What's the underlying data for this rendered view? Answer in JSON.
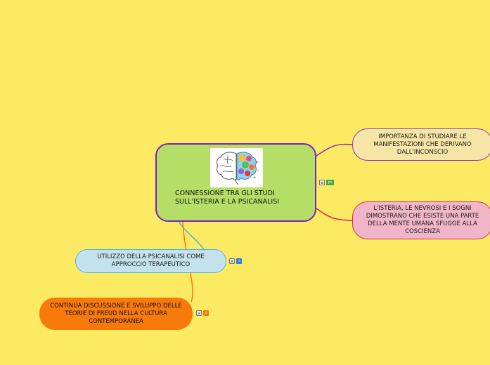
{
  "map": {
    "central": {
      "title": "CONNESSIONE TRA GLI STUDI SULL'ISTERIA E LA PSICANALISI",
      "image_icon": "brain-illustration"
    },
    "branches": [
      {
        "id": "importanza",
        "label": "IMPORTANZA DI STUDIARE LE MANIFESTAZIONI CHE DERIVANO DALL'INCONSCIO",
        "color": "#8a2fbf",
        "fill": "#f6e5a6"
      },
      {
        "id": "isteria",
        "label": "L'ISTERIA, LE NEVROSI E I SOGNI DIMOSTRANO CHE ESISTE UNA PARTE DELLA MENTE UMANA SFUGGE ALLA COSCIENZA",
        "color": "#e0274a",
        "fill": "#f0b6c8"
      },
      {
        "id": "psicanalisi",
        "label": "UTILIZZO DELLA PSICANALISI COME APPROCCIO TERAPEUTICO",
        "color": "#49b4dc",
        "fill": "#c4e2ee"
      },
      {
        "id": "freud",
        "label": "CONTINUA DISCUSSIONE E SVILUPPO DELLE TEORIE DI FREUD NELLA CULTURA CONTEMPORANEA",
        "color": "#f77a0a",
        "fill": "#f77a0a"
      }
    ],
    "tags": {
      "central": [
        "note-icon",
        "px-icon"
      ],
      "psicanalisi": [
        "note-icon",
        "image-icon"
      ],
      "freud": [
        "note-icon",
        "image-icon"
      ]
    },
    "colors": {
      "background": "#fdea63",
      "central_fill": "#b5de67",
      "central_border": "#7a22b8"
    }
  }
}
